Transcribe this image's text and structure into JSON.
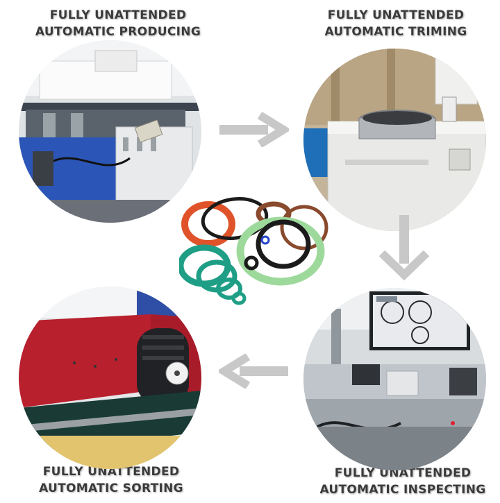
{
  "steps": [
    {
      "line1": "FULLY UNATTENDED",
      "line2": "AUTOMATIC PRODUCING"
    },
    {
      "line1": "FULLY UNATTENDED",
      "line2": "AUTOMATIC TRIMING"
    },
    {
      "line1": "FULLY UNATTENDED",
      "line2": "AUTOMATIC INSPECTING"
    },
    {
      "line1": "FULLY UNATTENDED",
      "line2": "AUTOMATIC SORTING"
    }
  ],
  "colors": {
    "text": "#3a3a3a",
    "arrow": "#c8c8c8",
    "ring_orange": "#e0532a",
    "ring_green": "#1f9e86",
    "ring_light_green": "#9ed99c",
    "ring_brown": "#8a4a2e",
    "ring_black": "#1b1b1b",
    "ring_blue": "#2344c8"
  }
}
